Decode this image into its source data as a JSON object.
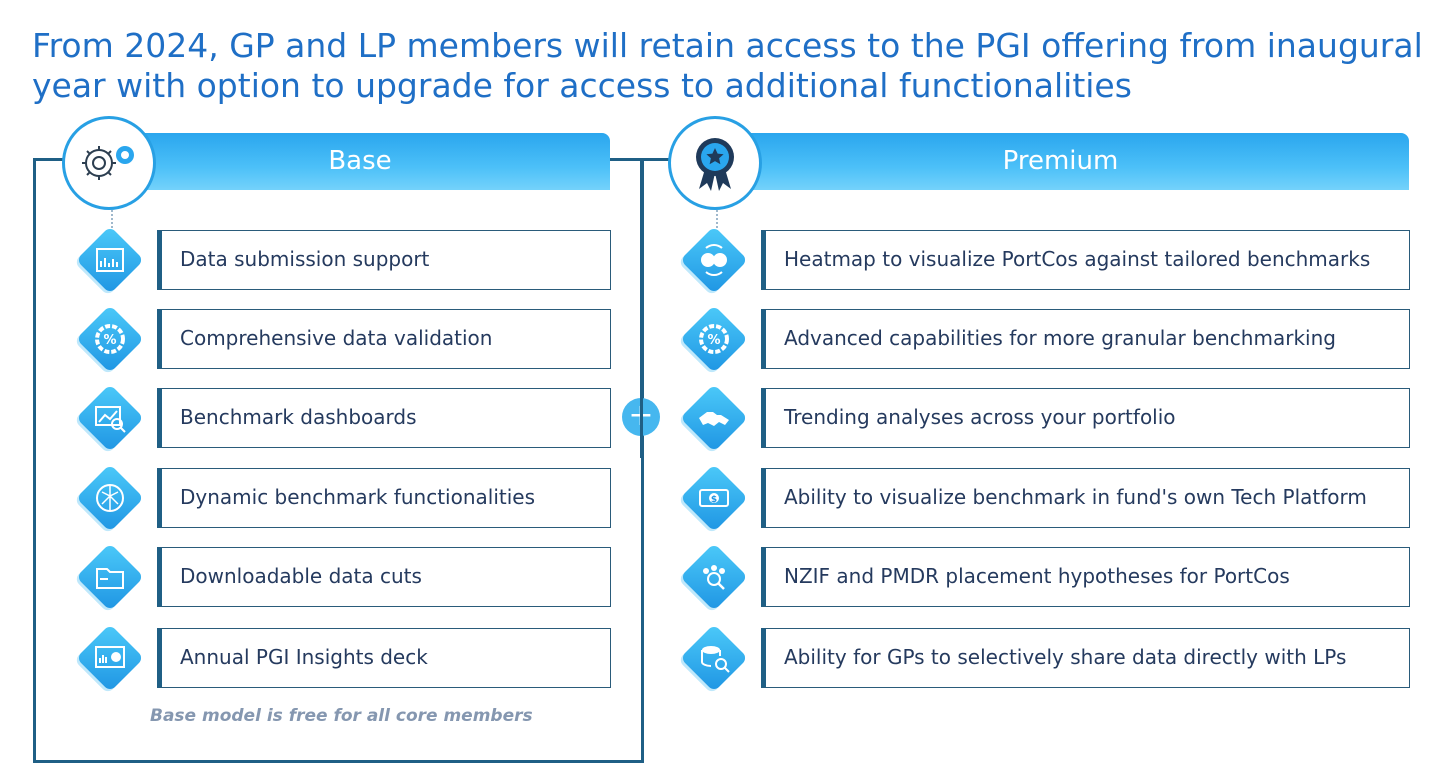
{
  "title": "From 2024, GP and LP members will retain access to the PGI offering from inaugural year with option to upgrade for access to additional functionalities",
  "base": {
    "label": "Base",
    "items": [
      "Data submission support",
      "Comprehensive data validation",
      "Benchmark dashboards",
      "Dynamic benchmark functionalities",
      "Downloadable data cuts",
      "Annual PGI Insights deck"
    ],
    "footnote": "Base model is free for all core members"
  },
  "premium": {
    "label": "Premium",
    "items": [
      "Heatmap to visualize PortCos against tailored benchmarks",
      "Advanced capabilities for more granular benchmarking",
      "Trending analyses across your portfolio",
      "Ability to visualize benchmark in fund's own Tech Platform",
      "NZIF and PMDR placement hypotheses for PortCos",
      "Ability for GPs to selectively share data directly with LPs"
    ]
  },
  "connector": "+",
  "colors": {
    "title": "#1f6fc6",
    "frame": "#1f5f85",
    "accent": "#28a0e4"
  }
}
